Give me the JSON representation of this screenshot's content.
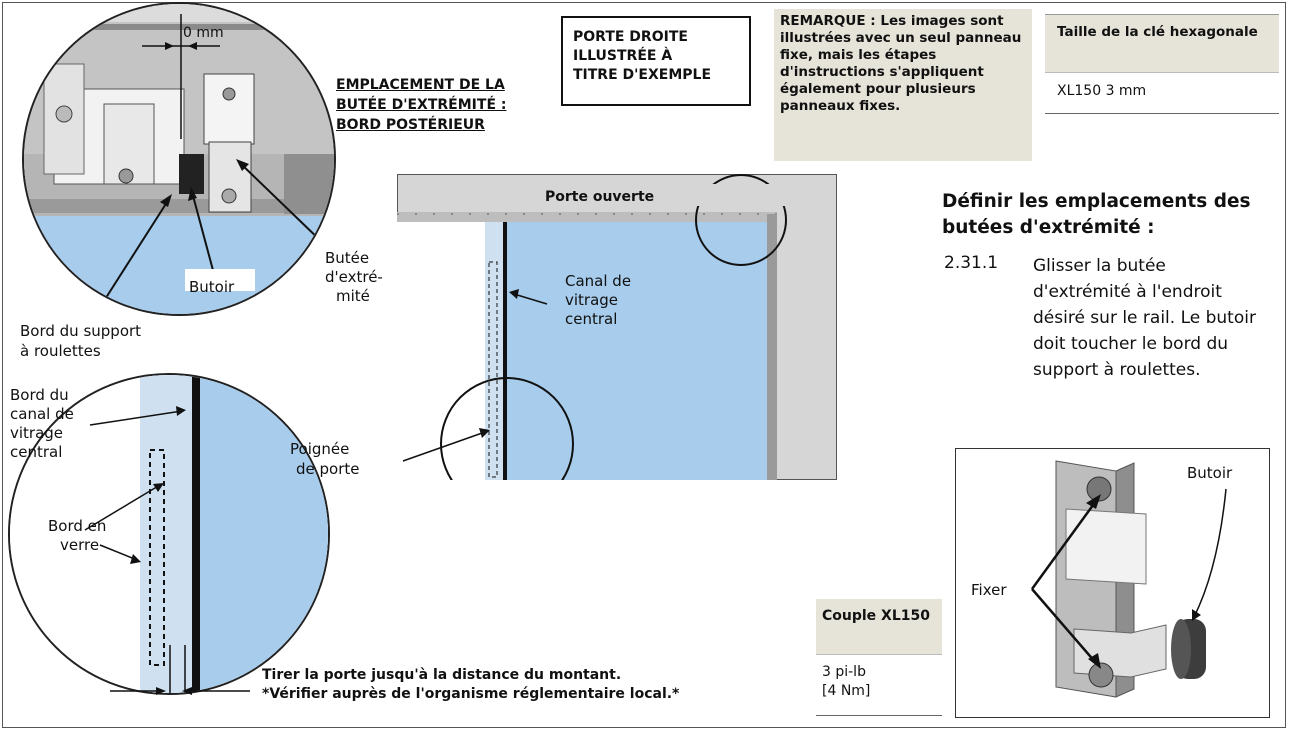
{
  "zoom_top": {
    "dimension": "0 mm",
    "location_heading_line1": "EMPLACEMENT DE LA",
    "location_heading_line2": "BUTÉE D'EXTRÉMITÉ :",
    "location_heading_line3": "BORD POSTÉRIEUR",
    "label_butee_1": "Butée",
    "label_butee_2": "d'extré-",
    "label_butee_3": "mité",
    "label_butoir": "Butoir",
    "label_support_1": "Bord du support",
    "label_support_2": "à roulettes"
  },
  "zoom_bottom": {
    "label_canal_1": "Bord du",
    "label_canal_2": "canal de",
    "label_canal_3": "vitrage",
    "label_canal_4": "central",
    "label_verre_1": "Bord en",
    "label_verre_2": "verre",
    "label_poignee_1": "Poignée",
    "label_poignee_2": "de porte"
  },
  "example_note": {
    "line1": "PORTE DROITE",
    "line2": "ILLUSTRÉE À",
    "line3": "TITRE D'EXEMPLE"
  },
  "remark": "REMARQUE : Les images sont illustrées avec un seul panneau fixe, mais les étapes d'instructions s'appliquent également pour plusieurs panneaux fixes.",
  "hex_table": {
    "header": "Taille de la clé hexagonale",
    "value": "XL150 3 mm"
  },
  "door_view": {
    "title": "Porte ouverte",
    "label_canal_1": "Canal de",
    "label_canal_2": "vitrage",
    "label_canal_3": "central"
  },
  "section": {
    "title": "Définir les emplacements des butées d'extrémité :",
    "step_number": "2.31.1",
    "step_text": "Glisser la butée d'extrémité à l'endroit désiré sur le rail. Le butoir doit toucher le bord du support à roulettes."
  },
  "iso_view": {
    "label_butoir": "Butoir",
    "label_fixer": "Fixer"
  },
  "couple_table": {
    "header": "Couple XL150",
    "value_line1": "3 pi-lb",
    "value_line2": "[4 Nm]"
  },
  "bottom_note": {
    "line1": "Tirer la porte jusqu'à la distance du montant.",
    "line2": "*Vérifier auprès de l'organisme réglementaire local.*"
  },
  "colors": {
    "glass_blue": "#a7ccec",
    "note_bg": "#e6e4d9",
    "frame_grey": "#c9c9c9"
  }
}
